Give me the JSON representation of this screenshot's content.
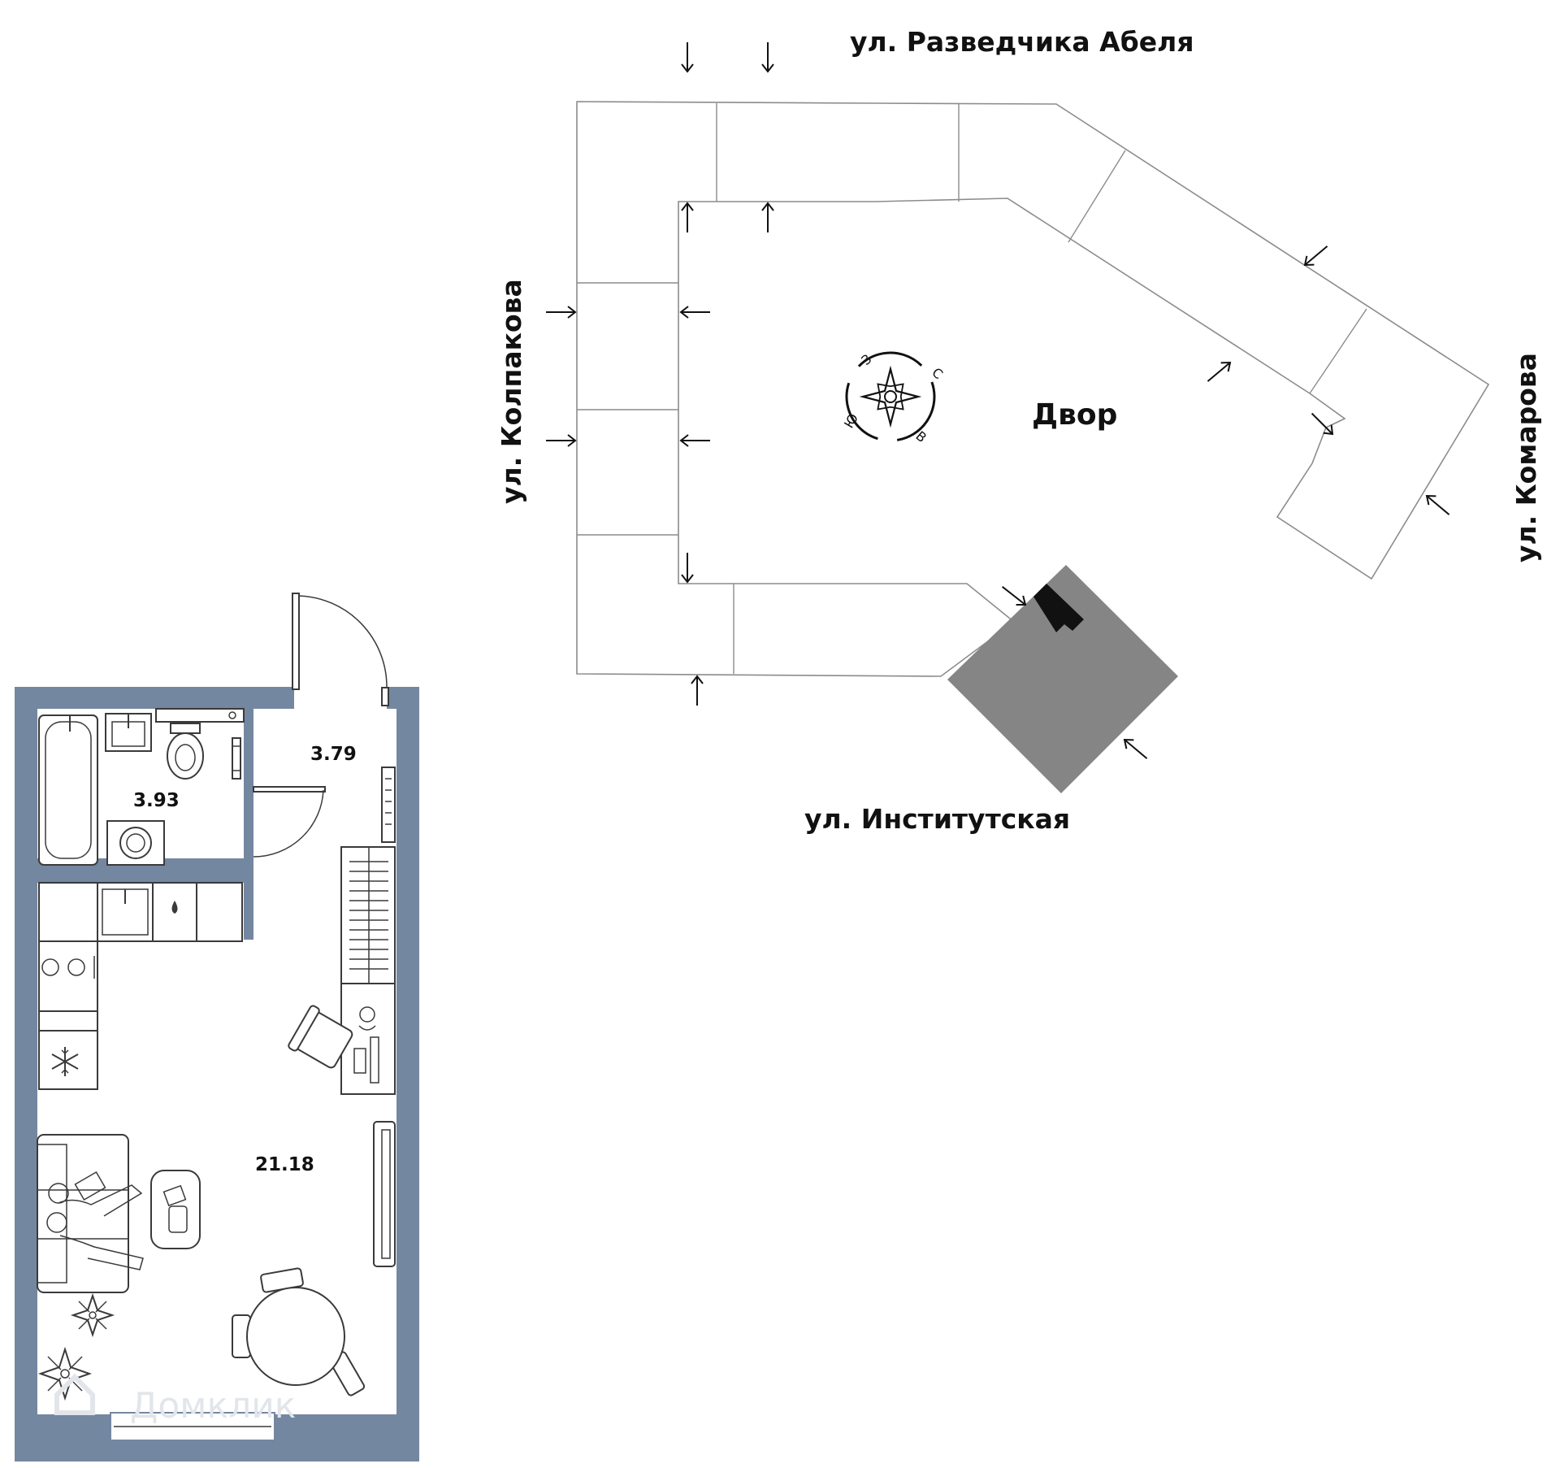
{
  "colors": {
    "wall": "#7487a1",
    "building_outline": "#8c8c8c",
    "selected_section": "#858585",
    "ink": "#111111",
    "watermark": "#e2e5ea"
  },
  "streets": {
    "north": "ул. Разведчика Абеля",
    "west": "ул. Колпакова",
    "east": "ул. Комарова",
    "south": "ул. Институтская"
  },
  "yard_label": "Двор",
  "compass": {
    "north": "С",
    "east": "В",
    "south": "Ю",
    "west": "З",
    "icon": "compass-rose-icon"
  },
  "rooms": {
    "bathroom_area": "3.93",
    "hallway_area": "3.79",
    "living_area": "21.18"
  },
  "watermark": {
    "text": "Домклик",
    "icon": "domclick-logo-icon"
  },
  "icons": {
    "entrance": "entrance-arrow-icon",
    "bathtub": "bathtub-icon",
    "toilet": "toilet-icon",
    "washing_machine": "washing-machine-icon",
    "stove": "stove-icon",
    "fridge": "snowflake-icon",
    "sink": "sink-icon",
    "wardrobe": "wardrobe-icon",
    "desk": "desk-icon",
    "sofa": "sofa-icon",
    "dining_table": "dining-table-icon",
    "plant": "plant-icon"
  }
}
